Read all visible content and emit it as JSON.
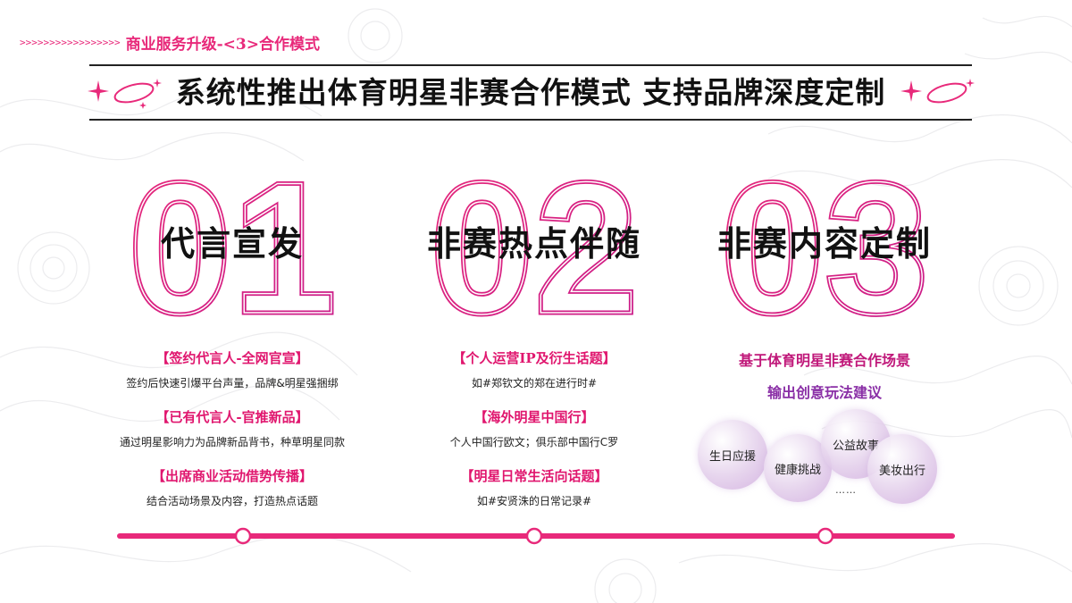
{
  "breadcrumb": {
    "arrows": ">>>>>>>>>>>>>>>>>",
    "text": "商业服务升级-<3>合作模式"
  },
  "title": "系统性推出体育明星非赛合作模式  支持品牌深度定制",
  "colors": {
    "accent": "#e8297a",
    "accent_dark": "#e0166e",
    "purple": "#7b3fb0",
    "text": "#111111"
  },
  "columns": [
    {
      "number": "01",
      "heading": "代言宣发",
      "items": [
        {
          "title": "【签约代言人-全网官宣】",
          "desc": "签约后快速引爆平台声量，品牌&明星强捆绑"
        },
        {
          "title": "【已有代言人-官推新品】",
          "desc": "通过明星影响力为品牌新品背书，种草明星同款"
        },
        {
          "title": "【出席商业活动借势传播】",
          "desc": "结合活动场景及内容，打造热点话题"
        }
      ]
    },
    {
      "number": "02",
      "heading": "非赛热点伴随",
      "items": [
        {
          "title": "【个人运营IP及衍生话题】",
          "desc": "如#郑钦文的郑在进行时#"
        },
        {
          "title": "【海外明星中国行】",
          "desc": "个人中国行欧文；俱乐部中国行C罗"
        },
        {
          "title": "【明星日常生活向话题】",
          "desc": "如#安贤洙的日常记录#"
        }
      ]
    },
    {
      "number": "03",
      "heading": "非赛内容定制",
      "lines": [
        "基于体育明星非赛合作场景",
        "输出创意玩法建议"
      ],
      "bubbles": [
        "生日应援",
        "健康挑战",
        "公益故事",
        "美妆出行"
      ],
      "ellipsis": "……"
    }
  ]
}
